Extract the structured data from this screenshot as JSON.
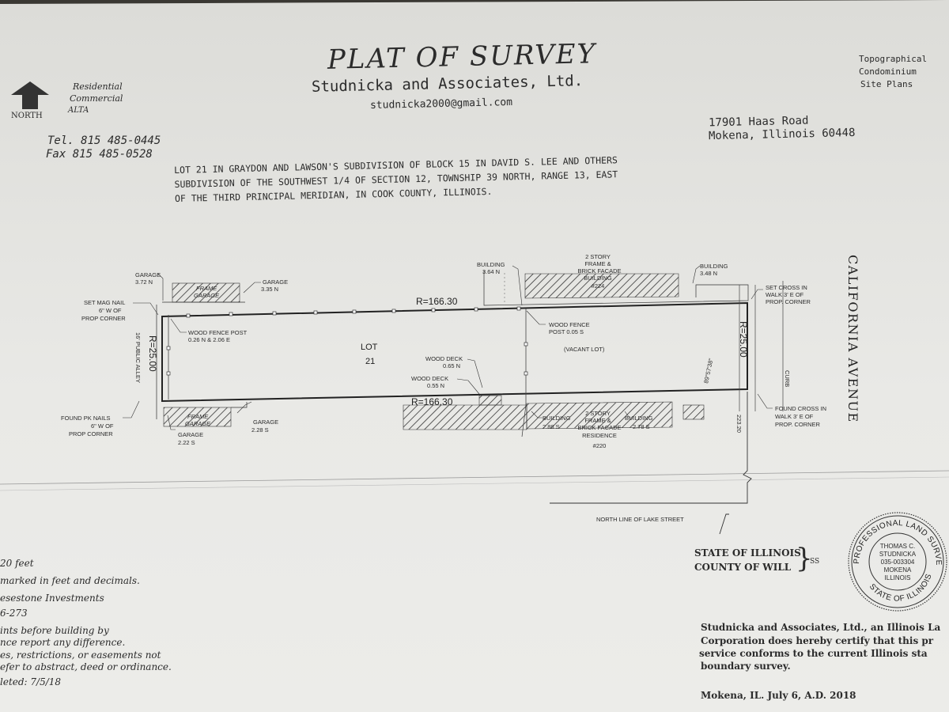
{
  "header": {
    "title": "PLAT OF SURVEY",
    "company": "Studnicka and Associates, Ltd.",
    "email": "studnicka2000@gmail.com",
    "services_left": [
      "Residential",
      "Commercial",
      "ALTA"
    ],
    "services_right": [
      "Topographical",
      "Condominium",
      "Site Plans"
    ],
    "north_label": "NORTH",
    "tel": "Tel. 815 485-0445",
    "fax": "Fax 815 485-0528",
    "address_line1": "17901 Haas Road",
    "address_line2": "Mokena, Illinois 60448"
  },
  "legal_description": [
    "LOT 21 IN GRAYDON AND LAWSON'S SUBDIVISION OF BLOCK 15 IN DAVID S. LEE AND OTHERS",
    "SUBDIVISION OF THE SOUTHWEST 1/4 OF SECTION 12, TOWNSHIP 39 NORTH, RANGE 13, EAST",
    "OF THE THIRD PRINCIPAL MERIDIAN, IN COOK COUNTY, ILLINOIS."
  ],
  "plat": {
    "north_radius": "R=166.30",
    "south_radius": "R=166.30",
    "west_radius": "R=25.00",
    "east_radius": "R=25.00",
    "lot_word": "LOT",
    "lot_number": "21",
    "vacant_lot": "(VACANT LOT)",
    "street": "CALIFORNIA AVENUE",
    "alley_label": "16' PUBLIC ALLEY",
    "angle_label": "89°57'38\"",
    "curb_label": "CURB",
    "distance_223": "223.20",
    "north_line_label": "NORTH LINE OF LAKE STREET",
    "garage_372": [
      "GARAGE",
      "3.72 N"
    ],
    "frame_garage_n": [
      "FRAME",
      "GARAGE"
    ],
    "garage_335": [
      "GARAGE",
      "3.35 N"
    ],
    "set_mag_nail": [
      "SET MAG NAIL",
      "6\" W OF",
      "PROP CORNER"
    ],
    "wood_fence_post_w": [
      "WOOD FENCE POST",
      "0.26 N & 2.06 E"
    ],
    "building_364": [
      "BUILDING",
      "3.64 N"
    ],
    "building_224": [
      "2 STORY",
      "FRAME &",
      "BRICK FACADE",
      "BUILDING",
      "#224"
    ],
    "building_348": [
      "BUILDING",
      "3.48 N"
    ],
    "set_cross": [
      "SET CROSS IN",
      "WALK 3' E OF",
      "PROP. CORNER"
    ],
    "wood_fence_post_e": [
      "WOOD FENCE",
      "POST 0.05 S"
    ],
    "wood_deck_1": [
      "WOOD DECK",
      "0.65 N"
    ],
    "wood_deck_2": [
      "WOOD DECK",
      "0.55 N"
    ],
    "found_pk_nails": [
      "FOUND PK NAILS",
      "6\" W OF",
      "PROP CORNER"
    ],
    "frame_garage_s": [
      "FRAME",
      "GARAGE"
    ],
    "garage_222": [
      "GARAGE",
      "2.22 S"
    ],
    "garage_228": [
      "GARAGE",
      "2.28 S"
    ],
    "building_288": [
      "BUILDING",
      "2.88 S"
    ],
    "residence_220": [
      "2 STORY",
      "FRAME &",
      "BRICK FACADE",
      "RESIDENCE",
      "#220"
    ],
    "building_278": [
      "BUILDING",
      "2.78 S"
    ],
    "found_cross": [
      "FOUND CROSS IN",
      "WALK 3' E OF",
      "PROP. CORNER"
    ]
  },
  "notes": {
    "scale": "20   feet",
    "line2": "marked in feet and decimals.",
    "line3": "esestone Investments",
    "line4": "6-273",
    "line5": "ints before building by",
    "line6": "nce report any difference.",
    "line7": "es, restrictions, or easements not",
    "line8": "efer to abstract, deed or ordinance.",
    "line9": "leted: 7/5/18"
  },
  "certification": {
    "state": "STATE OF ILLINOIS",
    "county": "COUNTY OF WILL",
    "ss": "SS",
    "line1": "Studnicka and Associates, Ltd., an Illinois La",
    "line2": "Corporation does hereby certify that this pr",
    "line3": "service conforms to the current Illinois sta",
    "line4": "boundary survey.",
    "date": "Mokena, IL. July 6, A.D. 2018"
  },
  "seal": {
    "outer_top": "PROFESSIONAL LAND SURVEYOR",
    "outer_bottom": "STATE OF ILLINOIS",
    "name1": "THOMAS C.",
    "name2": "STUDNICKA",
    "license": "035-003304",
    "city": "MOKENA",
    "state": "ILLINOIS"
  }
}
